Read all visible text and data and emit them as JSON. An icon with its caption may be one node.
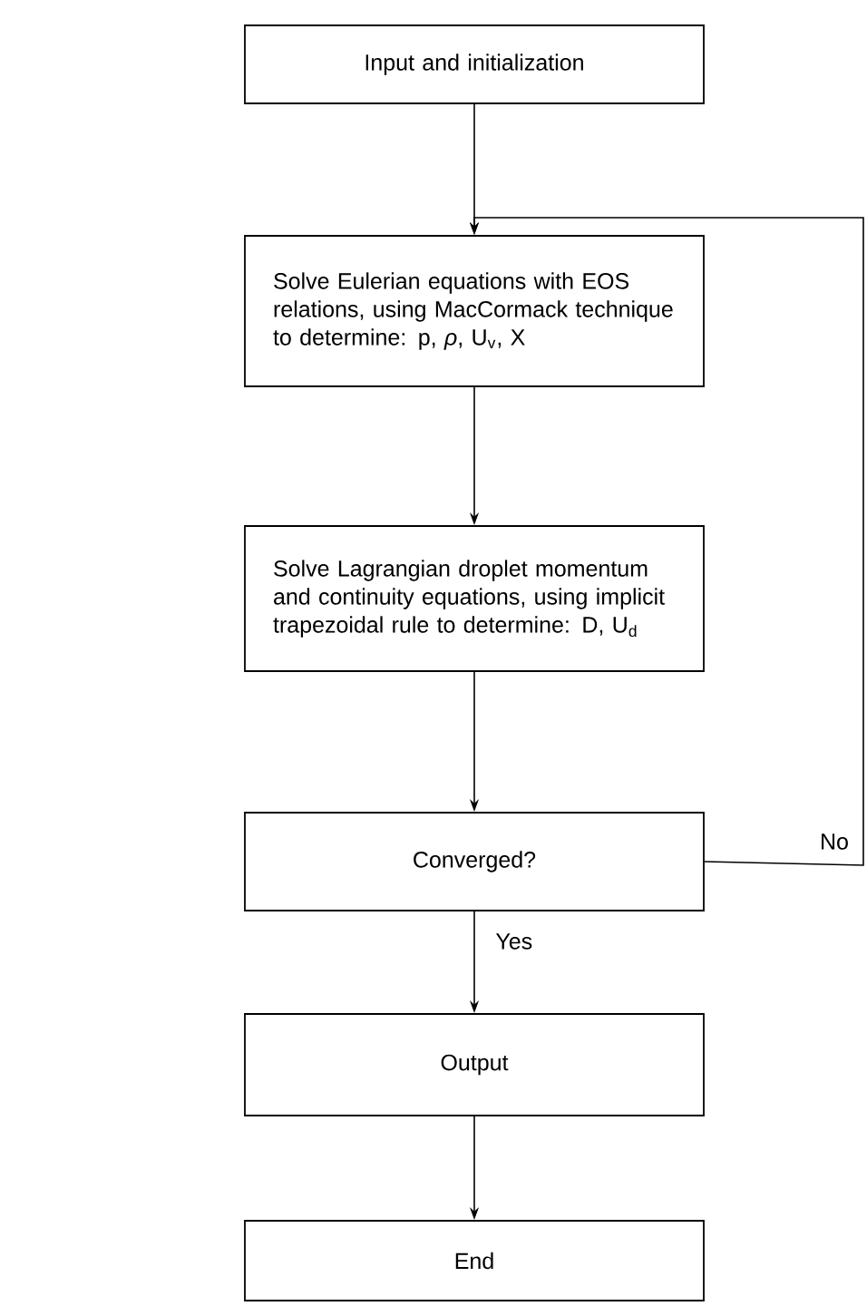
{
  "diagram": {
    "nodes": [
      {
        "text": [
          "Input and initialization"
        ]
      },
      {
        "text": [
          "Solve Eulerian equations with EOS relations, using MacCormack technique to determine: p, *ρ*, U$_{v}$, X"
        ]
      },
      {
        "text": [
          "Solve Lagrangian droplet momentum and continuity equations, using implicit trapezoidal rule to determine: D, U$_{d}$"
        ]
      },
      {
        "text": [
          "Converged?"
        ]
      },
      {
        "text": [
          "Output"
        ]
      },
      {
        "text": [
          "End"
        ]
      }
    ],
    "edges": [
      {
        "from": 0,
        "to": 1,
        "arrow": "to"
      },
      {
        "from": 1,
        "to": 2,
        "arrow": "to"
      },
      {
        "from": 2,
        "to": 3,
        "arrow": "to"
      },
      {
        "from": 3,
        "to": 4,
        "label": "Yes",
        "arrow": "to"
      },
      {
        "from": 4,
        "to": 5,
        "arrow": "to"
      },
      {
        "from": 3,
        "to": 1,
        "label": "No",
        "arrow": "to"
      }
    ]
  }
}
